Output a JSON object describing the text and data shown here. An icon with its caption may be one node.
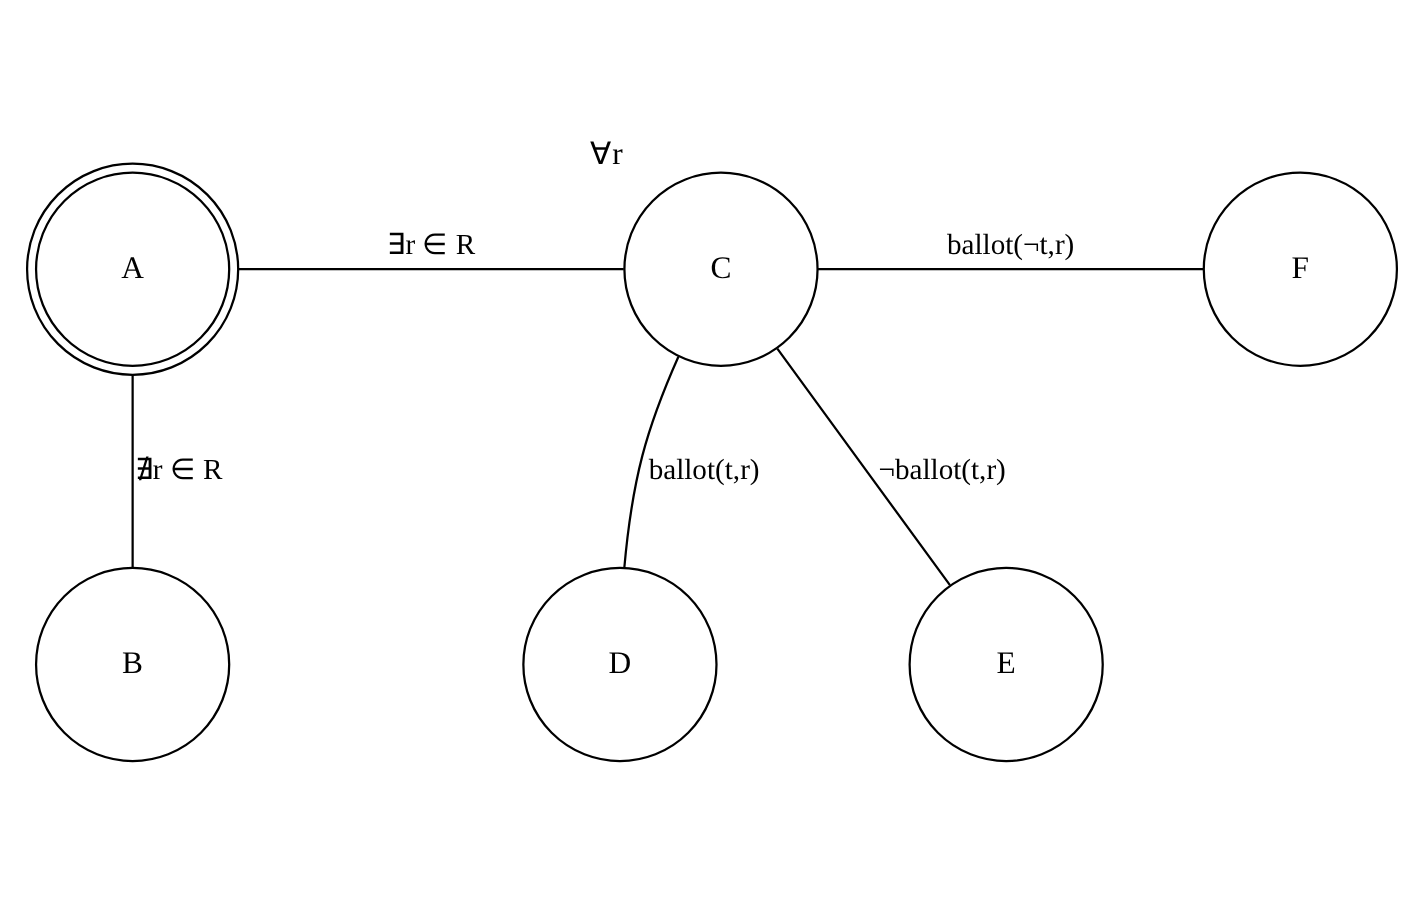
{
  "diagram": {
    "nodes": [
      {
        "text": [
          "A"
        ]
      },
      {
        "text": [
          "B"
        ]
      },
      {
        "text": [
          "C"
        ],
        "beside": [
          "∀r"
        ]
      },
      {
        "text": [
          "D"
        ]
      },
      {
        "text": [
          "E"
        ]
      },
      {
        "text": [
          "F"
        ]
      }
    ],
    "edges": [
      {
        "from": 0,
        "to": 2,
        "arrow": "none",
        "label": "∃r ∈ R"
      },
      {
        "from": 0,
        "to": 1,
        "arrow": "none",
        "label": "∄r ∈ R"
      },
      {
        "from": 2,
        "to": 5,
        "arrow": "none",
        "label": "ballot(¬t,r)"
      },
      {
        "from": 2,
        "to": 3,
        "arrow": "none",
        "label": "ballot(t,r)"
      },
      {
        "from": 2,
        "to": 4,
        "arrow": "none",
        "label": "¬ballot(t,r)"
      }
    ]
  }
}
